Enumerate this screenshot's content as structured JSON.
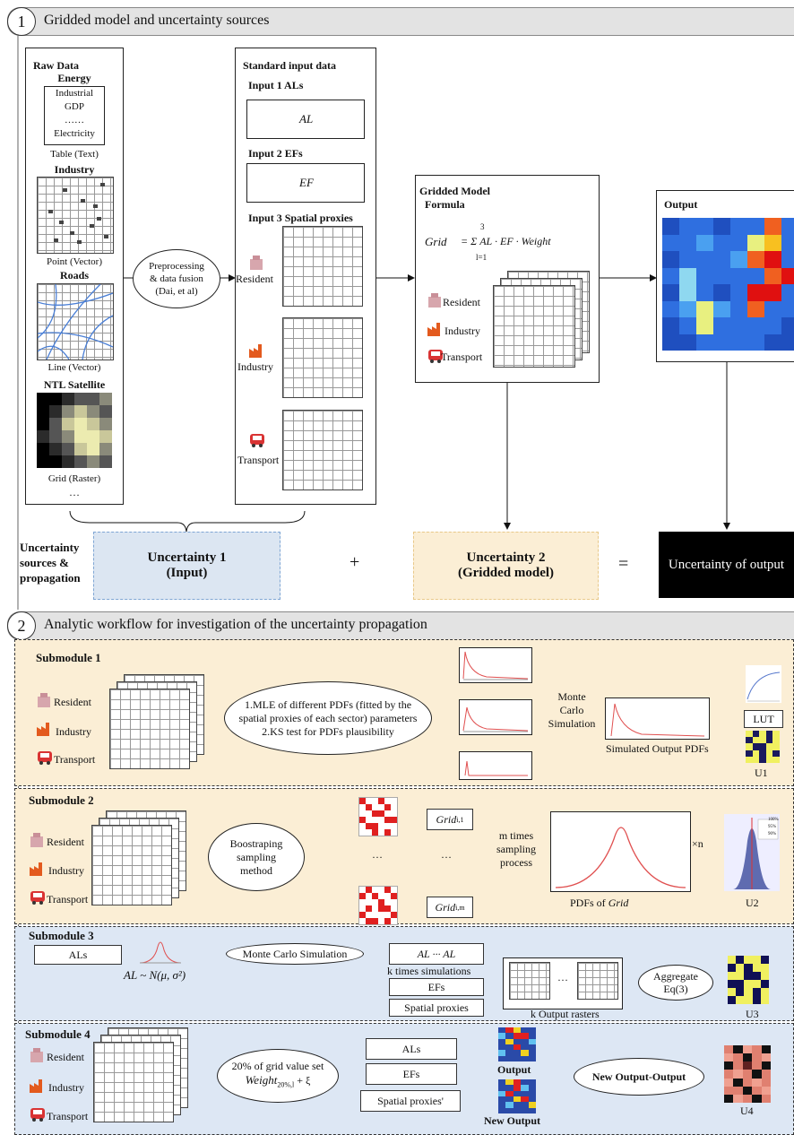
{
  "section1": {
    "num": "1",
    "title": "Gridded model and uncertainty sources"
  },
  "raw": {
    "title": "Raw Data",
    "energy": "Energy",
    "energy_items": [
      "Industrial",
      "GDP",
      "……",
      "Electricity"
    ],
    "table": "Table (Text)",
    "industry": "Industry",
    "point": "Point (Vector)",
    "roads": "Roads",
    "line": "Line (Vector)",
    "ntl": "NTL Satellite",
    "grid": "Grid (Raster)",
    "dots": "…"
  },
  "preproc": {
    "line1": "Preprocessing",
    "line2": "& data fusion",
    "line3": "(Dai, et al)"
  },
  "std": {
    "title": "Standard input data",
    "in1": "Input 1 ALs",
    "al": "AL",
    "in2": "Input 2 EFs",
    "ef": "EF",
    "in3": "Input 3 Spatial proxies",
    "resident": "Resident",
    "industry": "Industry",
    "transport": "Transport"
  },
  "model": {
    "title1": "Gridded Model",
    "title2": "Formula",
    "formula_lhs": "Grid",
    "formula_rhs": "= Σ AL · EF · Weight",
    "sum_top": "3",
    "sum_bot": "l=1",
    "resident": "Resident",
    "industry": "Industry",
    "transport": "Transport"
  },
  "output": {
    "title": "Output"
  },
  "unc": {
    "label1": "Uncertainty",
    "label2": "sources &",
    "label3": "propagation",
    "u1a": "Uncertainty 1",
    "u1b": "(Input)",
    "plus": "+",
    "u2a": "Uncertainty 2",
    "u2b": "(Gridded model)",
    "eq": "=",
    "uout": "Uncertainty of output"
  },
  "section2": {
    "num": "2",
    "title": "Analytic workflow for investigation of the uncertainty propagation"
  },
  "sm1": {
    "title": "Submodule 1",
    "resident": "Resident",
    "industry": "Industry",
    "transport": "Transport",
    "ell1": "1.MLE of different PDFs (fitted by the",
    "ell2": "spatial proxies of each sector) parameters",
    "ell3": "2.KS test for PDFs plausibility",
    "mc1": "Monte Carlo",
    "mc2": "Simulation",
    "sim": "Simulated Output PDFs",
    "lut": "LUT",
    "u": "U1"
  },
  "sm2": {
    "title": "Submodule 2",
    "resident": "Resident",
    "industry": "Industry",
    "transport": "Transport",
    "e1": "Boostraping",
    "e2": "sampling",
    "e3": "method",
    "g1": "Grid",
    "g1s": "i,1",
    "gm": "Grid",
    "gms": "i,m",
    "dots": "…",
    "m1": "m times",
    "m2": "sampling",
    "m3": "process",
    "pdf": "PDFs of",
    "pdfg": "Grid",
    "xn": "×n",
    "u": "U2",
    "leg": [
      "100%",
      "95%",
      "90%"
    ]
  },
  "sm3": {
    "title": "Submodule 3",
    "als": "ALs",
    "dist": "AL ~ N(μ, σ²)",
    "mc": "Monte Carlo Simulation",
    "alk": "AL ··· AL",
    "kt": "k times simulations",
    "efs": "EFs",
    "sp": "Spatial proxies",
    "kout": "k Output rasters",
    "dots": "…",
    "ag1": "Aggregate",
    "ag2": "Eq(3)",
    "u": "U3"
  },
  "sm4": {
    "title": "Submodule 4",
    "resident": "Resident",
    "industry": "Industry",
    "transport": "Transport",
    "e1": "20% of grid value set",
    "e2": "Weight",
    "e2b": "+ ξ",
    "als": "ALs",
    "efs": "EFs",
    "sp": "Spatial proxies'",
    "out": "Output",
    "newout": "New Output",
    "noo": "New Output-Output",
    "u": "U4"
  }
}
